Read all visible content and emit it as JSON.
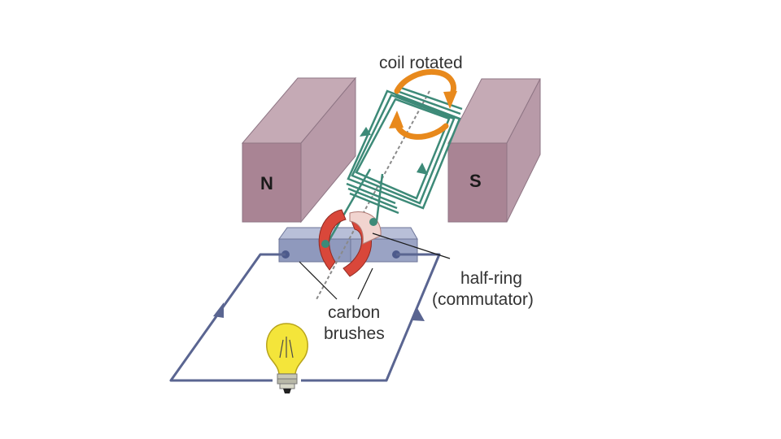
{
  "labels": {
    "coil_rotated": "coil rotated",
    "north_pole": "N",
    "south_pole": "S",
    "half_ring_line1": "half-ring",
    "half_ring_line2": "(commutator)",
    "carbon_line1": "carbon",
    "carbon_line2": "brushes"
  },
  "colors": {
    "magnet_front": "#a98494",
    "magnet_top": "#c5aab5",
    "magnet_side": "#b89aa8",
    "coil": "#3d8a78",
    "rotation_arrow": "#e8891c",
    "commutator": "#d9473a",
    "circuit_wire": "#5a6591",
    "brush_base": "#9aa3c4",
    "bulb": "#f4e53a"
  },
  "icons": [
    "rotation-arrow-icon",
    "light-bulb-icon",
    "current-arrow-icon"
  ]
}
